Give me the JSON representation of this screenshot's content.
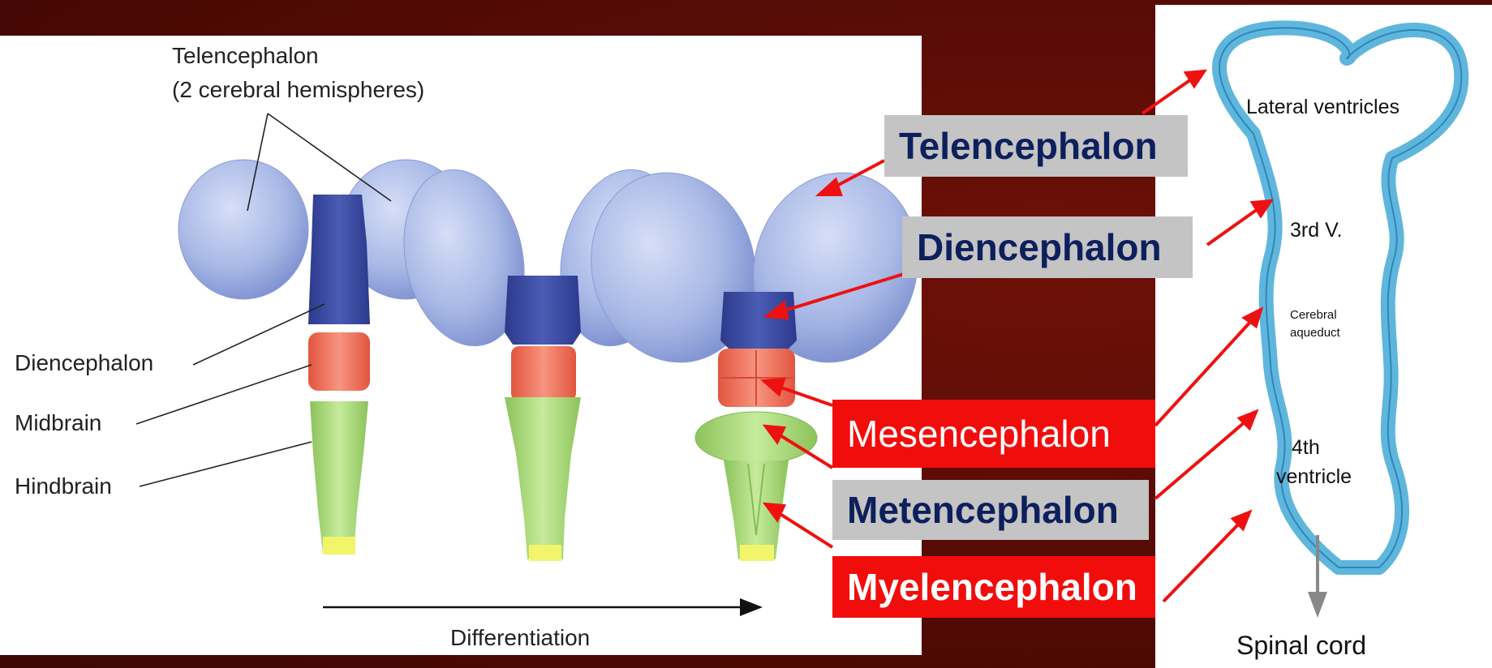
{
  "left_labels": {
    "telencephalon_title": "Telencephalon",
    "telencephalon_sub": "(2 cerebral hemispheres)",
    "diencephalon": "Diencephalon",
    "midbrain": "Midbrain",
    "hindbrain": "Hindbrain",
    "differentiation": "Differentiation"
  },
  "callouts": {
    "telencephalon": "Telencephalon",
    "diencephalon": "Diencephalon",
    "mesencephalon": "Mesencephalon",
    "metencephalon": "Metencephalon",
    "myelencephalon": "Myelencephalon"
  },
  "ventricle_labels": {
    "lateral": "Lateral ventricles",
    "third": "3rd V.",
    "aqueduct_1": "Cerebral",
    "aqueduct_2": "aqueduct",
    "fourth_1": "4th",
    "fourth_2": "ventricle",
    "spinal": "Spinal cord"
  },
  "colors": {
    "background": "#5a0c06",
    "telencephalon": "#a9b9e6",
    "diencephalon": "#3f4fa6",
    "midbrain": "#f2715a",
    "hindbrain": "#a9d97a",
    "ventricle_wall": "#5fb6dd",
    "callout_gray": "#c4c4c4",
    "callout_red": "#f20d0d",
    "arrow": "#ee1111"
  }
}
